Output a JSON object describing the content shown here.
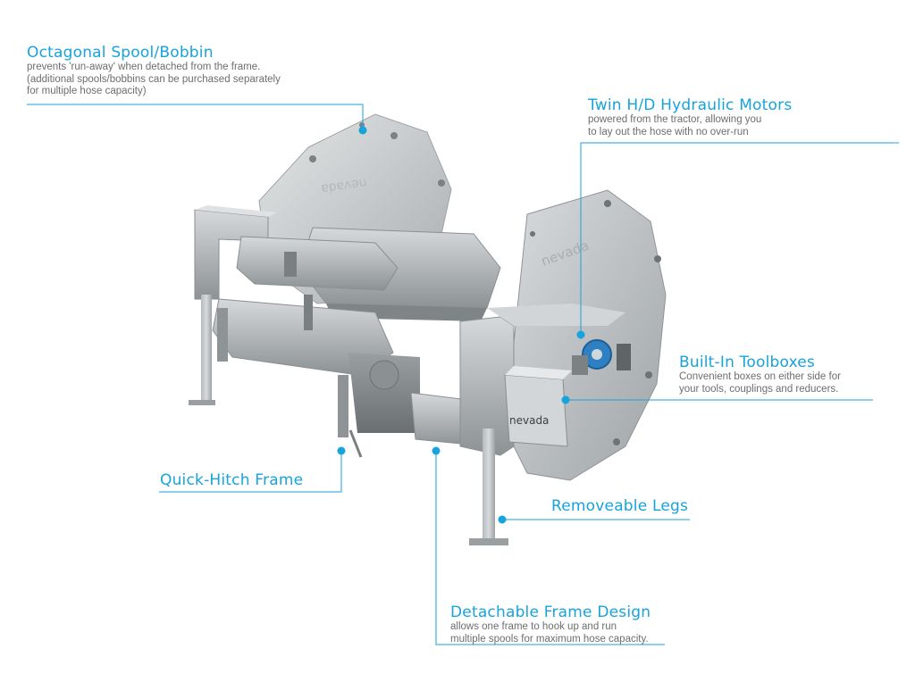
{
  "colors": {
    "accent": "#17a3dc",
    "text_muted": "#6d6d6d",
    "metal": "#c9cdd0",
    "background": "#ffffff"
  },
  "brand": {
    "logo_text": "nevada"
  },
  "callouts": {
    "spool": {
      "title": "Octagonal Spool/Bobbin",
      "desc": "prevents 'run-away' when detached from the frame.\n(additional spools/bobbins can be purchased separately\nfor multiple hose capacity)"
    },
    "motors": {
      "title": "Twin H/D Hydraulic Motors",
      "desc": "powered from the tractor, allowing you\nto lay out the hose with no over-run"
    },
    "toolboxes": {
      "title": "Built-In Toolboxes",
      "desc": "Convenient boxes on either side for\nyour tools, couplings and reducers."
    },
    "hitch": {
      "title": "Quick-Hitch Frame"
    },
    "legs": {
      "title": "Removeable Legs"
    },
    "frame": {
      "title": "Detachable Frame Design",
      "desc": "allows one frame to hook up and run\nmultiple spools for maximum hose capacity."
    }
  }
}
